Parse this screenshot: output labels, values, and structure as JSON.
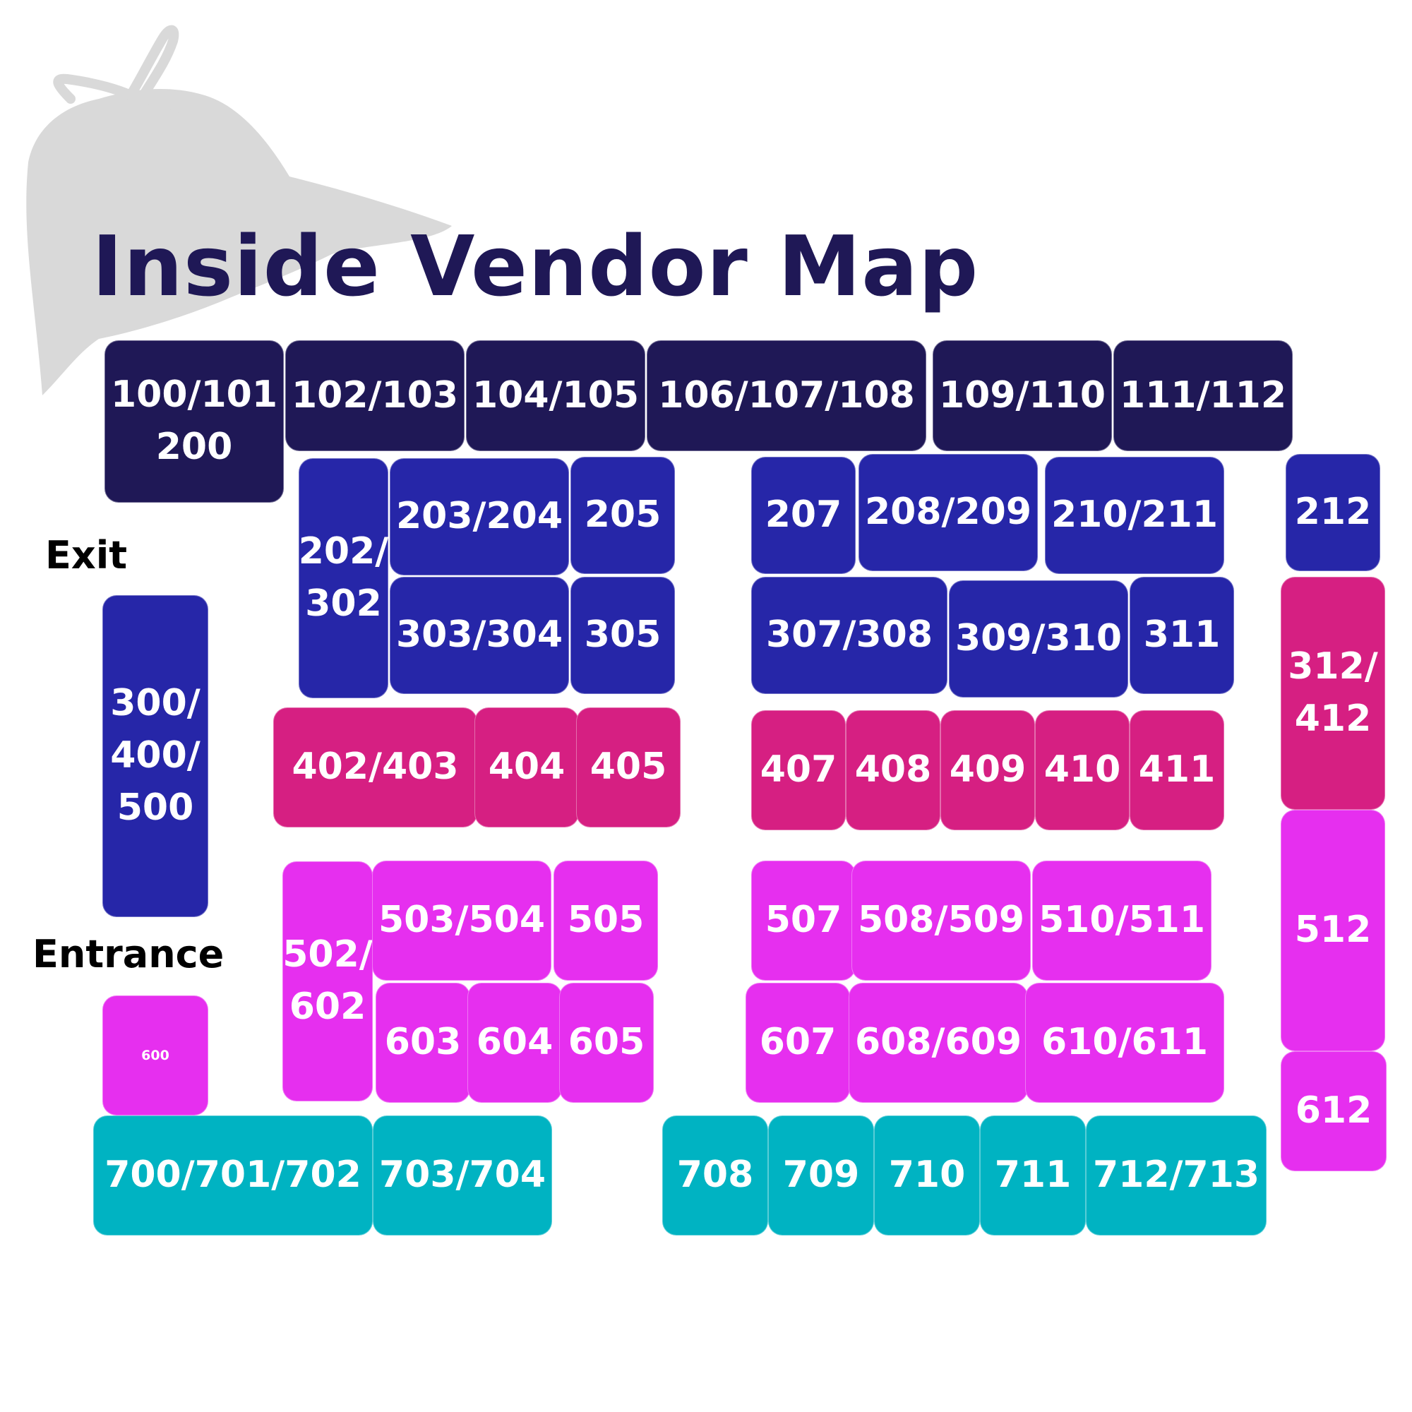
{
  "title": "Inside Vendor Map",
  "labels": {
    "exit": "Exit",
    "entrance": "Entrance"
  },
  "colors": {
    "row100": "#1f1856",
    "row200_300": "#2626a8",
    "row400": "#d61f82",
    "row500_600": "#e62fef",
    "row700": "#00b3c2",
    "logo": "#d9d9d9"
  },
  "legend": [],
  "booths": [
    {
      "label": "100/101\n200",
      "color": "row100"
    },
    {
      "label": "102/103",
      "color": "row100"
    },
    {
      "label": "104/105",
      "color": "row100"
    },
    {
      "label": "106/107/108",
      "color": "row100"
    },
    {
      "label": "109/110",
      "color": "row100"
    },
    {
      "label": "111/112",
      "color": "row100"
    },
    {
      "label": "202/\n302",
      "color": "row200_300"
    },
    {
      "label": "203/204",
      "color": "row200_300"
    },
    {
      "label": "205",
      "color": "row200_300"
    },
    {
      "label": "303/304",
      "color": "row200_300"
    },
    {
      "label": "305",
      "color": "row200_300"
    },
    {
      "label": "207",
      "color": "row200_300"
    },
    {
      "label": "208/209",
      "color": "row200_300"
    },
    {
      "label": "210/211",
      "color": "row200_300"
    },
    {
      "label": "212",
      "color": "row200_300"
    },
    {
      "label": "307/308",
      "color": "row200_300"
    },
    {
      "label": "309/310",
      "color": "row200_300"
    },
    {
      "label": "311",
      "color": "row200_300"
    },
    {
      "label": "300/\n400/\n500",
      "color": "row200_300"
    },
    {
      "label": "402/403",
      "color": "row400"
    },
    {
      "label": "404",
      "color": "row400"
    },
    {
      "label": "405",
      "color": "row400"
    },
    {
      "label": "407",
      "color": "row400"
    },
    {
      "label": "408",
      "color": "row400"
    },
    {
      "label": "409",
      "color": "row400"
    },
    {
      "label": "410",
      "color": "row400"
    },
    {
      "label": "411",
      "color": "row400"
    },
    {
      "label": "312/\n412",
      "color": "row400"
    },
    {
      "label": "502/\n602",
      "color": "row500_600"
    },
    {
      "label": "503/504",
      "color": "row500_600"
    },
    {
      "label": "505",
      "color": "row500_600"
    },
    {
      "label": "603",
      "color": "row500_600"
    },
    {
      "label": "604",
      "color": "row500_600"
    },
    {
      "label": "605",
      "color": "row500_600"
    },
    {
      "label": "507",
      "color": "row500_600"
    },
    {
      "label": "508/509",
      "color": "row500_600"
    },
    {
      "label": "510/511",
      "color": "row500_600"
    },
    {
      "label": "607",
      "color": "row500_600"
    },
    {
      "label": "608/609",
      "color": "row500_600"
    },
    {
      "label": "610/611",
      "color": "row500_600"
    },
    {
      "label": "512",
      "color": "row500_600"
    },
    {
      "label": "612",
      "color": "row500_600"
    },
    {
      "label": "600",
      "color": "row500_600"
    },
    {
      "label": "700/701/702",
      "color": "row700"
    },
    {
      "label": "703/704",
      "color": "row700"
    },
    {
      "label": "708",
      "color": "row700"
    },
    {
      "label": "709",
      "color": "row700"
    },
    {
      "label": "710",
      "color": "row700"
    },
    {
      "label": "711",
      "color": "row700"
    },
    {
      "label": "712/713",
      "color": "row700"
    }
  ]
}
